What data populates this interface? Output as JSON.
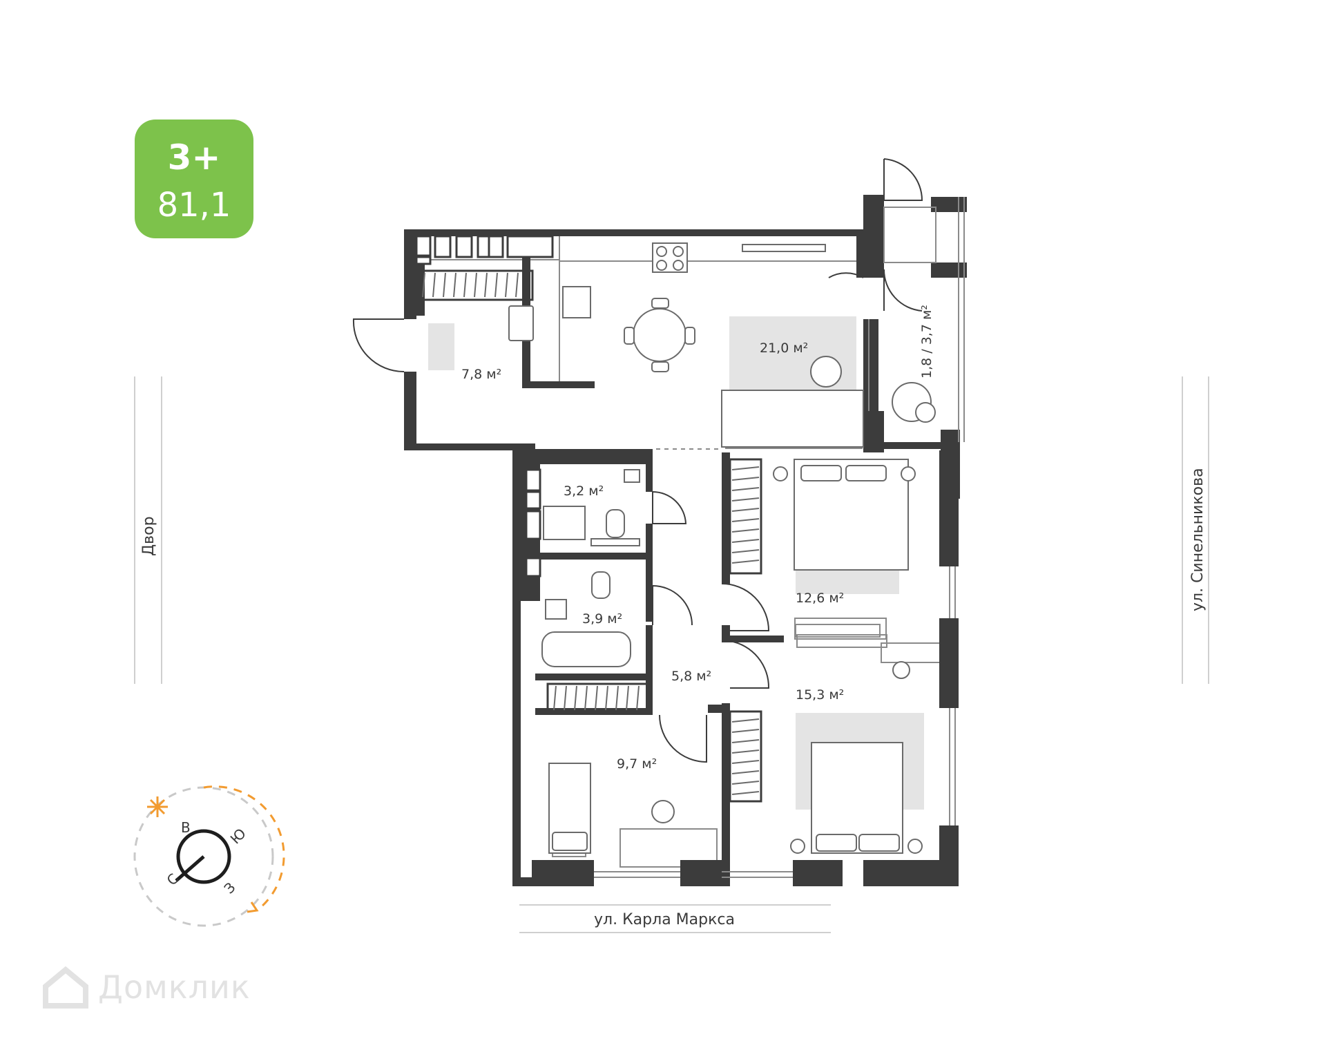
{
  "badge": {
    "rooms": "3+",
    "area": "81,1",
    "color": "#7dc24b"
  },
  "rooms": {
    "hall": "7,8 м²",
    "kitchen_living": "21,0 м²",
    "balcony": "1,8 / 3,7 м²",
    "wc": "3,2 м²",
    "bathroom": "3,9 м²",
    "corridor": "5,8 м²",
    "bedroom_1": "12,6 м²",
    "bedroom_2": "15,3 м²",
    "bedroom_3": "9,7 м²"
  },
  "streets": {
    "left": "Двор",
    "right": "ул. Синельникова",
    "bottom": "ул. Карла Маркса"
  },
  "compass": {
    "letters": [
      "В",
      "Ю",
      "З",
      "С"
    ],
    "accent": "#f29b30"
  },
  "watermark": "Домклик",
  "colors": {
    "wall": "#3c3c3c",
    "rug": "#e4e4e4",
    "line": "#9a9a9a"
  }
}
